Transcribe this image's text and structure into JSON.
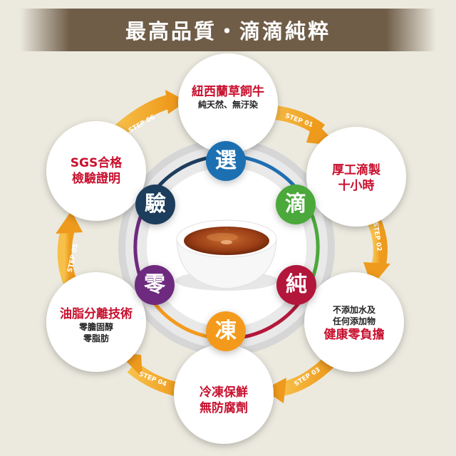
{
  "banner": {
    "title": "最高品質・滴滴純粹"
  },
  "steps": {
    "s1": {
      "tag": "STEP 01"
    },
    "s2": {
      "tag": "STEP 02"
    },
    "s3": {
      "tag": "STEP 03"
    },
    "s4": {
      "tag": "STEP 04"
    },
    "s5": {
      "tag": "STEP 05"
    },
    "s6": {
      "tag": "STEP 06"
    }
  },
  "circles": {
    "top": {
      "title": "紐西蘭草飼牛",
      "sub": "純天然、無汙染"
    },
    "upper_right": {
      "line1": "厚工滴製",
      "line2": "十小時"
    },
    "lower_right": {
      "sub1": "不添加水及",
      "sub2": "任何添加物",
      "title": "健康零負擔"
    },
    "bottom": {
      "line1": "冷凍保鮮",
      "line2": "無防腐劑"
    },
    "lower_left": {
      "title": "油脂分離技術",
      "sub1": "零膽固醇",
      "sub2": "零脂肪"
    },
    "upper_left": {
      "line1": "SGS合格",
      "line2": "檢驗證明"
    }
  },
  "center_chars": [
    {
      "char": "選",
      "color": "#1F6FB2"
    },
    {
      "char": "滴",
      "color": "#4BA83B"
    },
    {
      "char": "純",
      "color": "#B3183A"
    },
    {
      "char": "凍",
      "color": "#F39A1E"
    },
    {
      "char": "零",
      "color": "#6E2A7F"
    },
    {
      "char": "驗",
      "color": "#1E3D5C"
    }
  ],
  "colors": {
    "arrow": "#F0A020",
    "accent_red": "#C8102E",
    "banner": "#6F5D48"
  }
}
